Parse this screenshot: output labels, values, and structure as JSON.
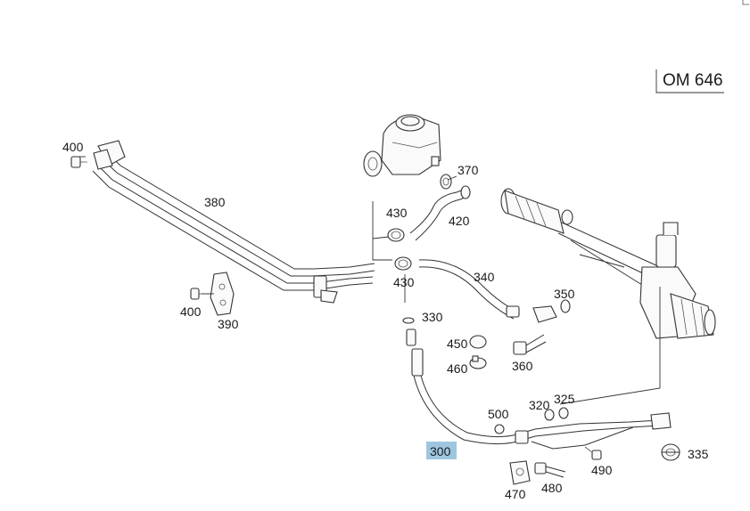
{
  "engine_code": "OM 646",
  "highlight_color": "#9fc6e0",
  "labels": {
    "p300": "300",
    "p320": "320",
    "p325": "325",
    "p330": "330",
    "p335": "335",
    "p340": "340",
    "p350": "350",
    "p360": "360",
    "p370": "370",
    "p380": "380",
    "p390": "390",
    "p400a": "400",
    "p400b": "400",
    "p420": "420",
    "p430a": "430",
    "p430b": "430",
    "p450": "450",
    "p460": "460",
    "p470": "470",
    "p480": "480",
    "p490": "490",
    "p500": "500"
  },
  "highlighted_part": "300"
}
